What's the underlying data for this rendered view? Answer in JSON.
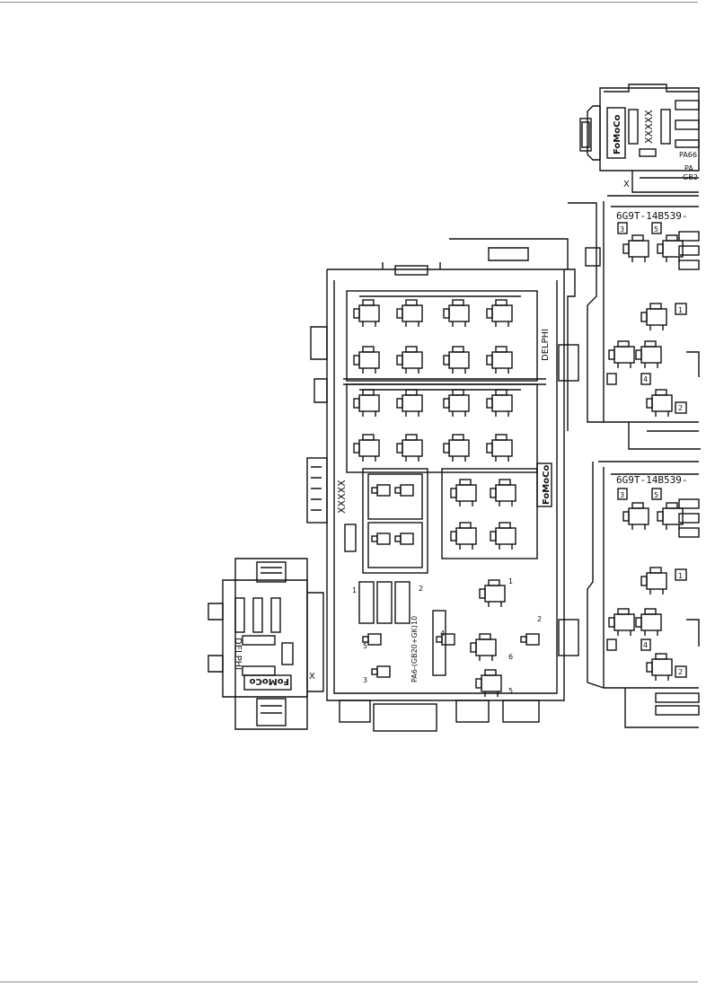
{
  "module_connectors": {
    "part_number_upper": "6G9T-14B539-",
    "part_number_lower": "6G9T-14B539-",
    "code_top_1": "PA66",
    "code_top_2": "PA",
    "code_top_3": "GB2"
  },
  "brands": {
    "fomoco_label": "FoMoCo",
    "delphi_label": "DELPHI",
    "xxxxx_label": "XXXXX",
    "x_label": "X"
  },
  "center_block": {
    "material_code": "PA6-(GB20+GK)10",
    "pin_labels": [
      "1",
      "2",
      "3",
      "4",
      "5",
      "6"
    ]
  },
  "terminal_numbers": [
    "1",
    "2",
    "3",
    "4",
    "5"
  ]
}
